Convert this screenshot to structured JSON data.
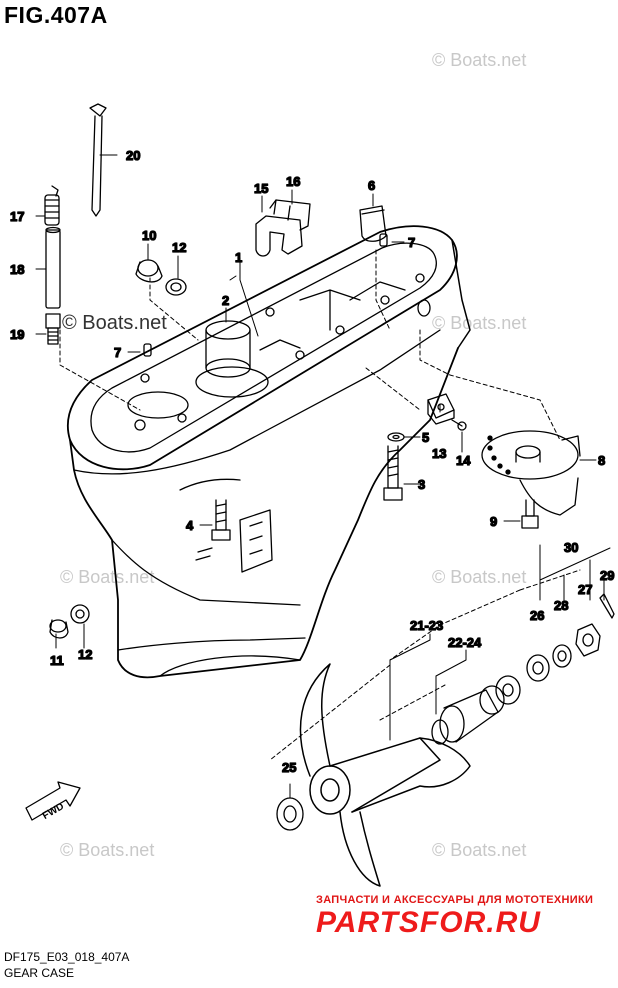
{
  "figure": {
    "title": "FIG.407A",
    "code": "DF175_E03_018_407A",
    "name": "GEAR CASE"
  },
  "watermark": {
    "text": "© Boats.net"
  },
  "brand": {
    "subtitle": "ЗАПЧАСТИ И АКСЕССУАРЫ ДЛЯ МОТОТЕХНИКИ",
    "name": "PARTSFOR.RU",
    "color": "#ee1b1b"
  },
  "fwd": "FWD",
  "labels": {
    "p1": "1",
    "p2": "2",
    "p3": "3",
    "p4": "4",
    "p5": "5",
    "p6": "6",
    "p7a": "7",
    "p7b": "7",
    "p8": "8",
    "p9": "9",
    "p10": "10",
    "p11": "11",
    "p12a": "12",
    "p12b": "12",
    "p13": "13",
    "p14": "14",
    "p15": "15",
    "p16": "16",
    "p17": "17",
    "p18": "18",
    "p19": "19",
    "p20": "20",
    "p21_23": "21-23",
    "p22_24": "22-24",
    "p25": "25",
    "p26": "26",
    "p27": "27",
    "p28": "28",
    "p29": "29",
    "p30": "30"
  }
}
